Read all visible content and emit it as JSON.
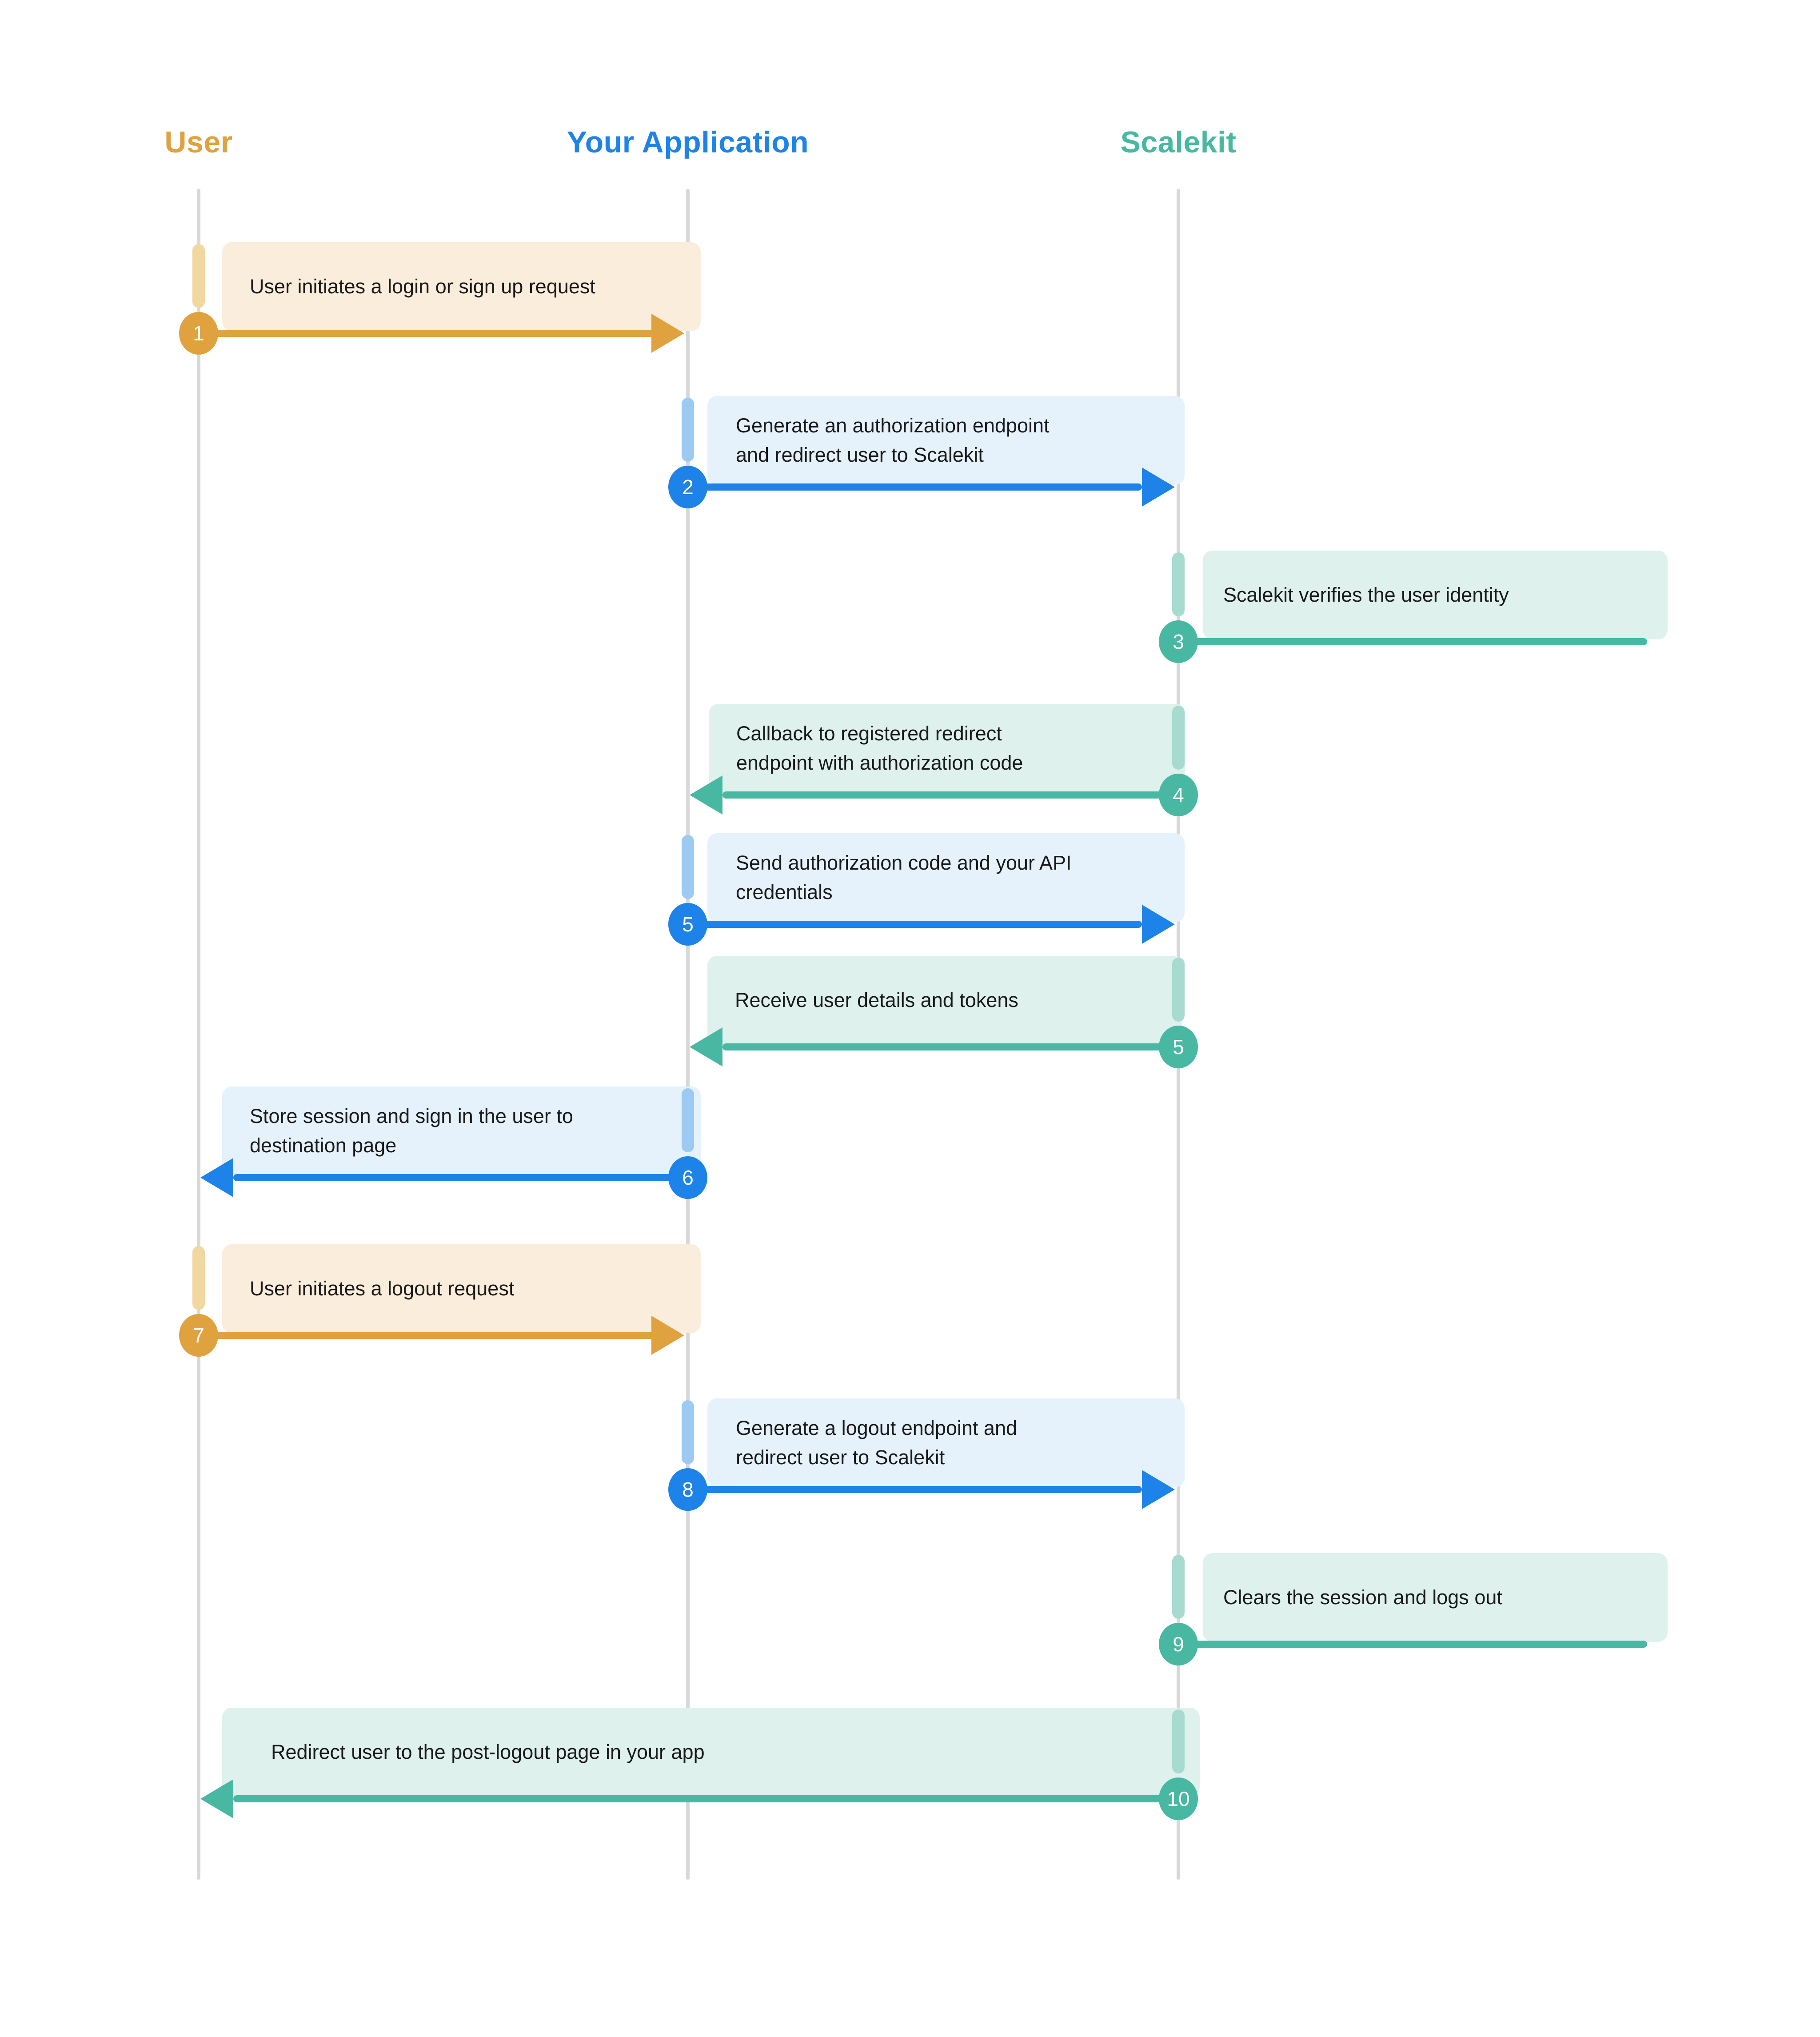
{
  "palette": {
    "orange": "#dfa23e",
    "orange_pill": "#f1d8a0",
    "orange_box": "#faeddb",
    "blue": "#1e83e9",
    "blue_pill": "#9ccaf3",
    "blue_box": "#e5f1fb",
    "teal": "#48b8a2",
    "teal_pill": "#a7dbd0",
    "teal_box": "#dff1ec",
    "lifeline": "#d8d8d8",
    "text": "#191919"
  },
  "actors": {
    "user": {
      "label": "User",
      "color": "#dfa23e"
    },
    "app": {
      "label": "Your Application",
      "color": "#1e83e9"
    },
    "scalekit": {
      "label": "Scalekit",
      "color": "#48b8a2"
    }
  },
  "steps": {
    "s1": {
      "num": "1",
      "kind": "message",
      "from": "User",
      "to": "Your Application",
      "direction": "right",
      "palette": "orange",
      "lines": [
        "User initiates a login or sign up request"
      ]
    },
    "s2": {
      "num": "2",
      "kind": "message",
      "from": "Your Application",
      "to": "Scalekit",
      "direction": "right",
      "palette": "blue",
      "lines": [
        "Generate an authorization endpoint",
        "and redirect user to Scalekit"
      ]
    },
    "s3": {
      "num": "3",
      "kind": "note",
      "actor": "Scalekit",
      "palette": "teal",
      "lines": [
        "Scalekit verifies the user identity"
      ]
    },
    "s4": {
      "num": "4",
      "kind": "message",
      "from": "Scalekit",
      "to": "Your Application",
      "direction": "left",
      "palette": "teal",
      "lines": [
        "Callback to registered redirect",
        "endpoint with authorization code"
      ]
    },
    "s5": {
      "num": "5",
      "kind": "message",
      "from": "Your Application",
      "to": "Scalekit",
      "direction": "right",
      "palette": "blue",
      "lines": [
        "Send authorization code and your API",
        "credentials"
      ]
    },
    "s5b": {
      "num": "5",
      "kind": "message",
      "from": "Scalekit",
      "to": "Your Application",
      "direction": "left",
      "palette": "teal",
      "lines": [
        "Receive user details and tokens"
      ]
    },
    "s6": {
      "num": "6",
      "kind": "message",
      "from": "Your Application",
      "to": "User",
      "direction": "left",
      "palette": "blue",
      "lines": [
        "Store session and sign in the user to",
        "destination page"
      ]
    },
    "s7": {
      "num": "7",
      "kind": "message",
      "from": "User",
      "to": "Your Application",
      "direction": "right",
      "palette": "orange",
      "lines": [
        "User initiates a logout request"
      ]
    },
    "s8": {
      "num": "8",
      "kind": "message",
      "from": "Your Application",
      "to": "Scalekit",
      "direction": "right",
      "palette": "blue",
      "lines": [
        "Generate a logout endpoint and",
        "redirect user to Scalekit"
      ]
    },
    "s9": {
      "num": "9",
      "kind": "note",
      "actor": "Scalekit",
      "palette": "teal",
      "lines": [
        "Clears the session and logs out"
      ]
    },
    "s10": {
      "num": "10",
      "kind": "message",
      "from": "Scalekit",
      "to": "User",
      "direction": "left",
      "palette": "teal",
      "lines": [
        "Redirect user to the post-logout page in your app"
      ]
    }
  }
}
